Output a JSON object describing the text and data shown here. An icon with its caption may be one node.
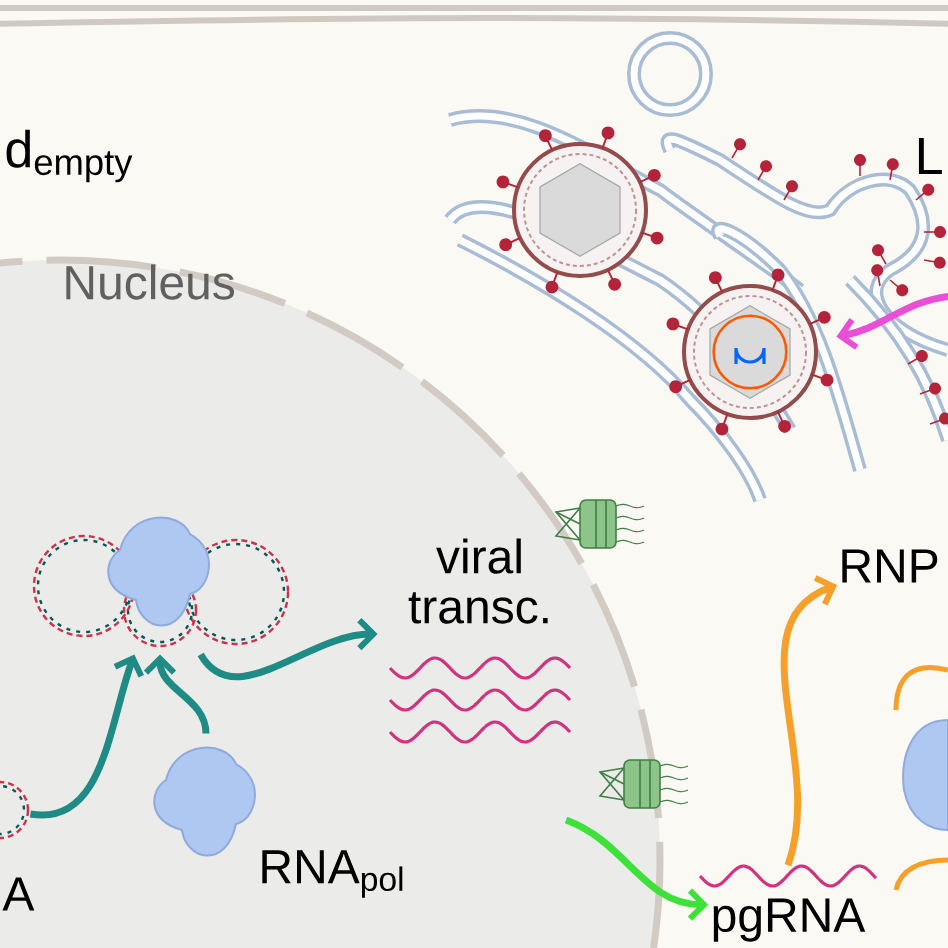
{
  "diagram": {
    "nodes": [
      {
        "text": [
          "Nucleus"
        ]
      },
      {
        "text": [],
        "shape": "picture",
        "beside": [
          "A"
        ],
        "in": 0
      },
      {
        "text": [],
        "shape": "picture",
        "in": 0
      },
      {
        "text": [],
        "shape": "picture",
        "beside": [
          "RNA$_{pol}$"
        ],
        "in": 0
      },
      {
        "text": [
          "viral transc."
        ],
        "in": 0
      },
      {
        "text": [
          "pgRNA"
        ]
      },
      {
        "text": [
          "RNP"
        ]
      },
      {
        "text": [],
        "shape": "picture"
      }
    ],
    "edges": [
      {
        "from": 1,
        "to": 2,
        "arrow": "to"
      },
      {
        "from": 3,
        "to": 2,
        "arrow": "to"
      },
      {
        "from": 2,
        "to": 4,
        "arrow": "to"
      },
      {
        "from": null,
        "to": 5,
        "arrow": "to",
        "color": "#3ee03a"
      },
      {
        "from": null,
        "to": 7,
        "arrow": "to",
        "color": "#e84fd6"
      },
      {
        "from": 5,
        "to": 6,
        "arrow": "to",
        "color": "#f5a02a"
      }
    ],
    "labels": [
      "d$_{empty}$",
      "L"
    ]
  }
}
